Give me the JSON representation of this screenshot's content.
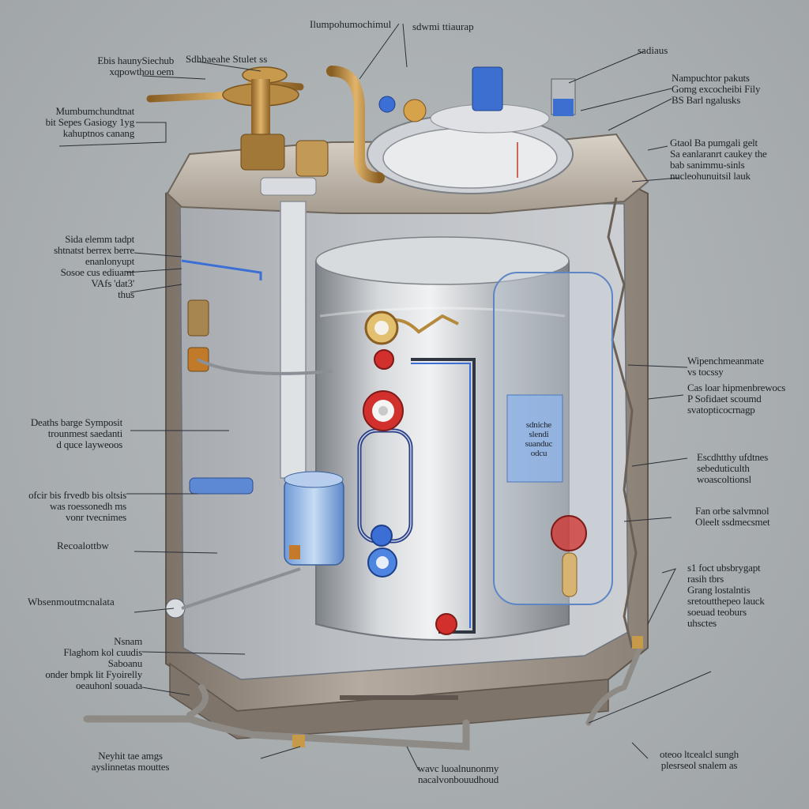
{
  "labels": {
    "top_center_left": "Ilumpohumochimul",
    "top_center_right": "sdwmi ttiaurap",
    "top_right_1": "sadiaus",
    "top_left_1": "Ebis haunySiechub\nxqpowthou oem",
    "top_left_1b": "Sdhbaeahe Stulet ss",
    "left_2": "Mumbumchundtnat\nbit Sepes Gasiogy 1yg\nkahuptnos canang",
    "right_2": "Nampuchtor pakuts\nGomg excocheibi Fily\nBS Barl ngalusks",
    "right_3": "Gtaol Ba pumgali gelt\nSa eanlaranrt caukey the\nbab sanimmu-sinls\nnucleohunuitsil lauk",
    "left_3": "Sida elemm tadpt\nshtnatst berrex berre\nenanlonyupt\nSosoe cus ediuamt\nVAfs 'dat3'\nthus",
    "right_4": "Wipenchmeanmate\nvs tocssy",
    "right_5": "Cas loar hipmenbrewocs\nP Sofidaet scoumd\nsvatopticocrnagp",
    "left_4": "Deaths barge Symposit\ntrounmest saedanti\nd quce layweoos",
    "center_tag": "sdniche\nslendi\nsuanduc\nodcu",
    "right_6": "Escdhtthy ufdtnes\nsebeduticulth\nwoascoltionsl",
    "left_5": "ofcir bis frvedb bis oltsis\nwas roessonedh ms\nvonr tvecnimes",
    "right_7": "Fan orbe salvmnol\nOleelt ssdmecsmet",
    "left_6": "Recoalottbw",
    "right_8": "s1 foct ubsbrygapt\nrasih tbrs\nGrang lostalntis\nsretoutthepeo lauck\nsoeuad teoburs\nuhsctes",
    "left_7": "Wbsenmoutmcnalata",
    "left_8": "Nsnam\nFlaghom kol cuudis\nSaboanu\nonder bmpk lit Fyoirelly\noeauhonl souada",
    "bottom_left": "Neyhit tae amgs\nayslinnetas mouttes",
    "bottom_center": "wavc luoalnunonmy\nnacalvonbouudhoud",
    "bottom_right": "oteoo ltcealcl sungh\nplesrseol snalem as"
  },
  "colors": {
    "background": "#a9aeb0",
    "housing": "#8f857a",
    "tank": "#b9bdc2",
    "accent_blue": "#3b6fd6",
    "accent_red": "#d2302c",
    "brass": "#b58a3c",
    "leader": "#2a2f36"
  }
}
